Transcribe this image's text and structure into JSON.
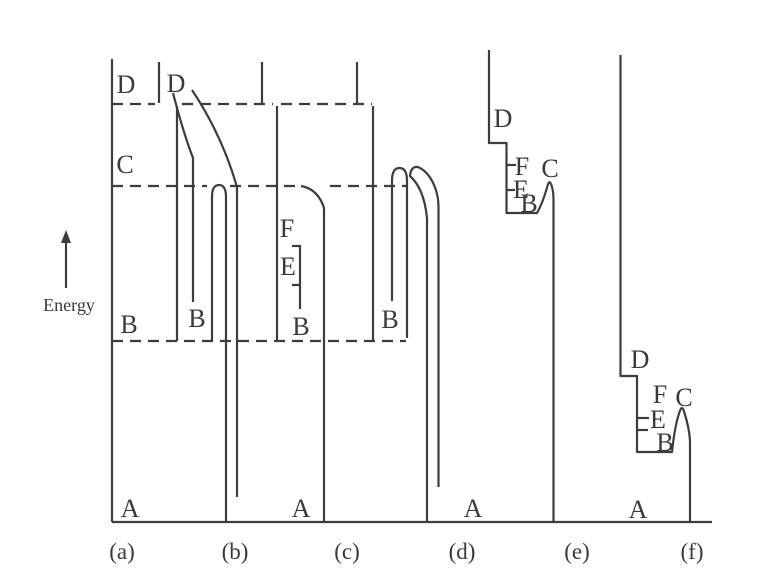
{
  "figure": {
    "axis_label": "Energy",
    "line_color": "#3d3d3d",
    "background": "#ffffff"
  },
  "labels": {
    "axis": {
      "d": "D",
      "c": "C",
      "b": "B",
      "a": "A"
    },
    "panel_b": {
      "d": "D",
      "b": "B"
    },
    "panel_c": {
      "f": "F",
      "e": "E",
      "b": "B",
      "a": "A"
    },
    "panel_d": {
      "b": "B",
      "a": "A"
    },
    "panel_e": {
      "d": "D",
      "f": "F",
      "c": "C",
      "e": "E",
      "b": "B"
    },
    "panel_f": {
      "d": "D",
      "f": "F",
      "c": "C",
      "e": "E",
      "b": "B",
      "a": "A"
    }
  },
  "captions": {
    "a": "(a)",
    "b": "(b)",
    "c": "(c)",
    "d": "(d)",
    "e": "(e)",
    "f": "(f)"
  }
}
